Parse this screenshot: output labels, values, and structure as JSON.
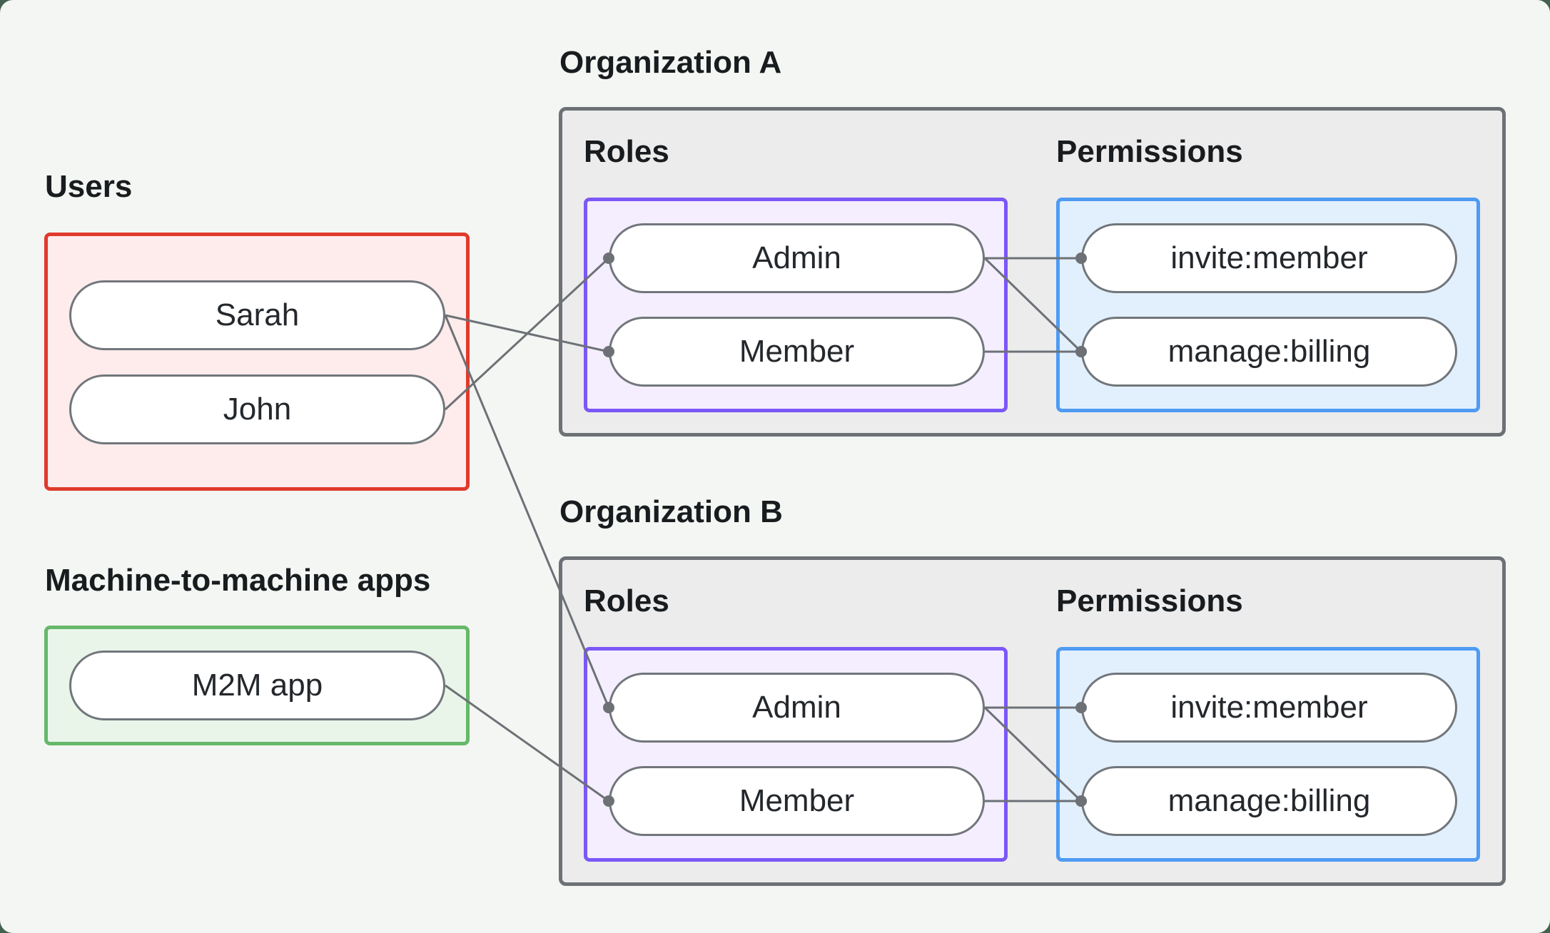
{
  "colors": {
    "frame-bg": "#44604f",
    "canvas-bg": "#f4f6f3",
    "org-fill": "#ececec",
    "org-stroke": "#6d7176",
    "pill-fill": "#ffffff",
    "pill-stroke": "#71767b",
    "pill-text": "#24282c",
    "label-text": "#191c1f",
    "line": "#6d7176",
    "red-stroke": "#e03a2c",
    "red-fill": "#fdeceb",
    "green-stroke": "#65b969",
    "green-fill": "#e9f5e9",
    "purple-stroke": "#7b57f7",
    "purple-fill": "#f4eefe",
    "blue-stroke": "#4f9bf3",
    "blue-fill": "#e2f0fd"
  },
  "users_group": {
    "label": "Users",
    "items": [
      {
        "id": "user-sarah",
        "label": "Sarah"
      },
      {
        "id": "user-john",
        "label": "John"
      }
    ]
  },
  "m2m_group": {
    "label": "Machine-to-machine apps",
    "items": [
      {
        "id": "m2m-app",
        "label": "M2M app"
      }
    ]
  },
  "orgs": [
    {
      "label": "Organization A",
      "roles_label": "Roles",
      "permissions_label": "Permissions",
      "roles": [
        {
          "id": "orgA-role-admin",
          "label": "Admin"
        },
        {
          "id": "orgA-role-member",
          "label": "Member"
        }
      ],
      "permissions": [
        {
          "id": "orgA-perm-invite",
          "label": "invite:member"
        },
        {
          "id": "orgA-perm-billing",
          "label": "manage:billing"
        }
      ]
    },
    {
      "label": "Organization B",
      "roles_label": "Roles",
      "permissions_label": "Permissions",
      "roles": [
        {
          "id": "orgB-role-admin",
          "label": "Admin"
        },
        {
          "id": "orgB-role-member",
          "label": "Member"
        }
      ],
      "permissions": [
        {
          "id": "orgB-perm-invite",
          "label": "invite:member"
        },
        {
          "id": "orgB-perm-billing",
          "label": "manage:billing"
        }
      ]
    }
  ],
  "edges": [
    {
      "from": "user-sarah",
      "to": "orgA-role-member"
    },
    {
      "from": "user-john",
      "to": "orgA-role-admin"
    },
    {
      "from": "user-sarah",
      "to": "orgB-role-admin"
    },
    {
      "from": "m2m-app",
      "to": "orgB-role-member"
    },
    {
      "from": "orgA-role-admin",
      "to": "orgA-perm-invite"
    },
    {
      "from": "orgA-role-admin",
      "to": "orgA-perm-billing"
    },
    {
      "from": "orgA-role-member",
      "to": "orgA-perm-billing"
    },
    {
      "from": "orgB-role-admin",
      "to": "orgB-perm-invite"
    },
    {
      "from": "orgB-role-admin",
      "to": "orgB-perm-billing"
    },
    {
      "from": "orgB-role-member",
      "to": "orgB-perm-billing"
    }
  ]
}
